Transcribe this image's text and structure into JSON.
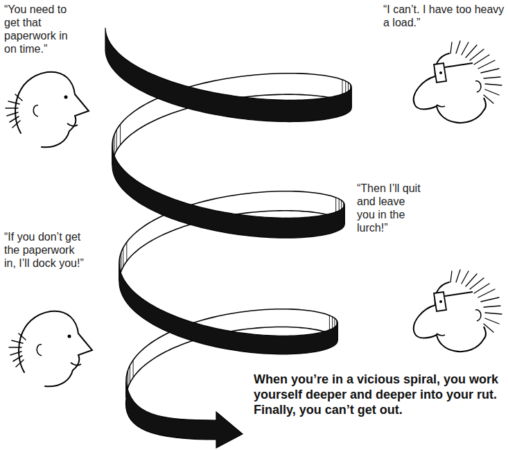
{
  "diagram": {
    "caption": "When you’re in a vicious spiral, you work yourself deeper and deeper into your rut. Finally, you can’t get out.",
    "labels": [
      "“You need to get that paperwork in on time.”",
      "“I can’t. I have too heavy a load.”",
      "“Then I’ll quit and leave you in the lurch!”",
      "“If you don’t get the paperwork in, I’ll dock you!”"
    ]
  }
}
